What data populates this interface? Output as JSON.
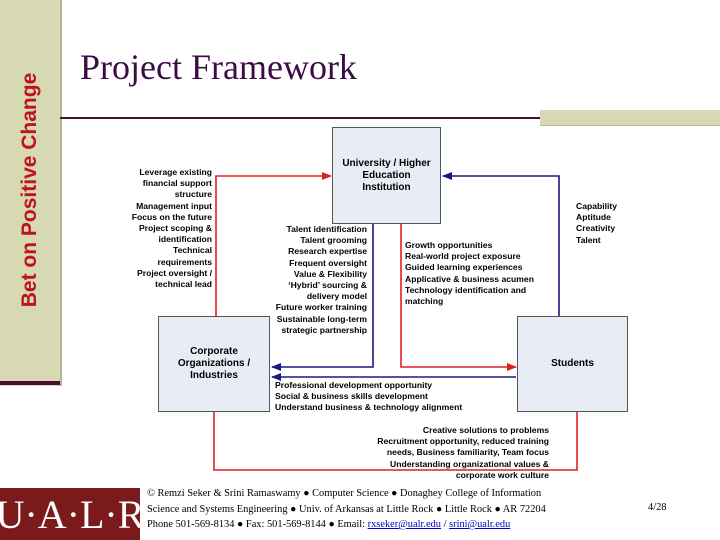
{
  "sidebar": {
    "vertical_title": "Bet on Positive Change"
  },
  "slide": {
    "title": "Project Framework"
  },
  "diagram": {
    "colors": {
      "red_arrow": "#e02020",
      "navy_arrow": "#1a1a80",
      "box_fill": "#e8ecf5"
    },
    "university": {
      "label": "University / Higher Education Institution"
    },
    "corporate": {
      "label": "Corporate Organizations / Industries"
    },
    "students": {
      "label": "Students"
    },
    "corp_to_univ": [
      "Leverage existing",
      "financial support",
      "structure",
      "Management input",
      "Focus on the future",
      "Project scoping &",
      "identification",
      "Technical",
      "requirements",
      "Project oversight /",
      "technical lead"
    ],
    "univ_to_corp": [
      "Talent identification",
      "Talent grooming",
      "Research expertise",
      "Frequent oversight",
      "Value & Flexibility",
      "‘Hybrid’ sourcing &",
      "delivery model",
      "Future worker training",
      "Sustainable long-term",
      "strategic partnership"
    ],
    "univ_to_students": [
      "Growth opportunities",
      "Real-world project exposure",
      "Guided learning experiences",
      "Applicative & business acumen",
      "Technology identification and",
      "matching"
    ],
    "students_to_univ": [
      "Capability",
      "Aptitude",
      "Creativity",
      "Talent"
    ],
    "corp_students_middle": [
      "Professional development opportunity",
      "Social & business skills development",
      "Understand business & technology alignment"
    ],
    "students_to_corp_bottom": [
      "Creative solutions to problems",
      "Recruitment opportunity, reduced training",
      "needs, Business familiarity, Team focus",
      "Understanding organizational values &",
      "corporate work culture"
    ]
  },
  "footer": {
    "logo_text": "U·A·L·R",
    "line1": "© Remzi Seker & Srini Ramaswamy ● Computer Science ● Donaghey College of Information",
    "line2": "Science and Systems Engineering ● Univ. of Arkansas at Little Rock ● Little Rock ● AR 72204",
    "line3_prefix": "Phone 501-569-8134 ● Fax: 501-569-8144 ● Email: ",
    "email1": "rxseker@ualr.edu",
    "separator": " / ",
    "email2": "srini@ualr.edu",
    "page": "4/28"
  }
}
